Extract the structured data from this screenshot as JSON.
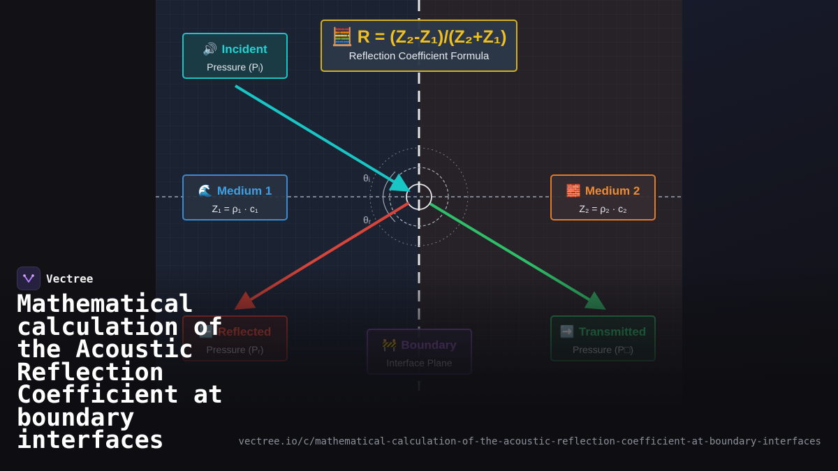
{
  "diagram": {
    "incident": {
      "icon": "🔊",
      "title": "Incident",
      "subtitle": "Pressure (Pᵢ)"
    },
    "formula": {
      "icon": "🧮",
      "title": "R = (Z₂-Z₁)/(Z₂+Z₁)",
      "subtitle": "Reflection Coefficient Formula"
    },
    "medium1": {
      "icon": "🌊",
      "title": "Medium 1",
      "subtitle": "Z₁ = ρ₁ · c₁"
    },
    "medium2": {
      "icon": "🧱",
      "title": "Medium 2",
      "subtitle": "Z₂ = ρ₂ · c₂"
    },
    "reflected": {
      "icon": "⬅️",
      "title": "Reflected",
      "subtitle": "Pressure (Pᵣ)"
    },
    "boundary": {
      "icon": "🚧",
      "title": "Boundary",
      "subtitle": "Interface Plane"
    },
    "transmitted": {
      "icon": "➡️",
      "title": "Transmitted",
      "subtitle": "Pressure (P□)"
    },
    "angle_incident": "θᵢ",
    "angle_reflected": "θᵣ",
    "colors": {
      "incident": "#19c6c6",
      "reflected": "#e04a3e",
      "transmitted": "#2fbf68",
      "formula": "#d6b11f",
      "medium1": "#3a8bd0",
      "medium2": "#e07b2a"
    }
  },
  "brand": {
    "name": "Vectree"
  },
  "headline": "Mathematical calculation of the Acoustic Reflection Coefficient at boundary interfaces",
  "url": "vectree.io/c/mathematical-calculation-of-the-acoustic-reflection-coefficient-at-boundary-interfaces"
}
